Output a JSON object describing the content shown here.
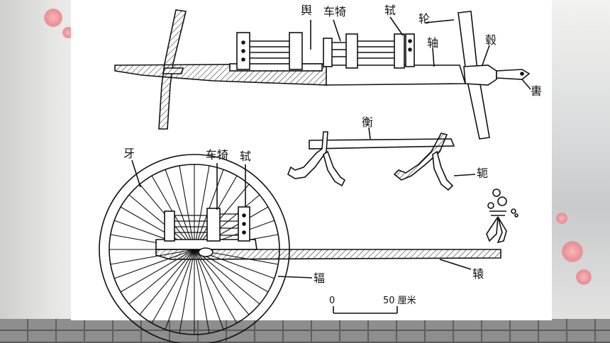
{
  "labels": {
    "yu": "舆",
    "yi_top": "车犄",
    "shi_top": "轼",
    "lun": "轮",
    "zhou": "轴",
    "gu": "毂",
    "wei": "軎",
    "heng": "衡",
    "e": "轭",
    "ya": "牙",
    "yi_bottom": "车犄",
    "shi_bottom": "轼",
    "fu": "辐",
    "yuan": "辕"
  },
  "scale": {
    "start": "0",
    "end": "50 厘米"
  }
}
